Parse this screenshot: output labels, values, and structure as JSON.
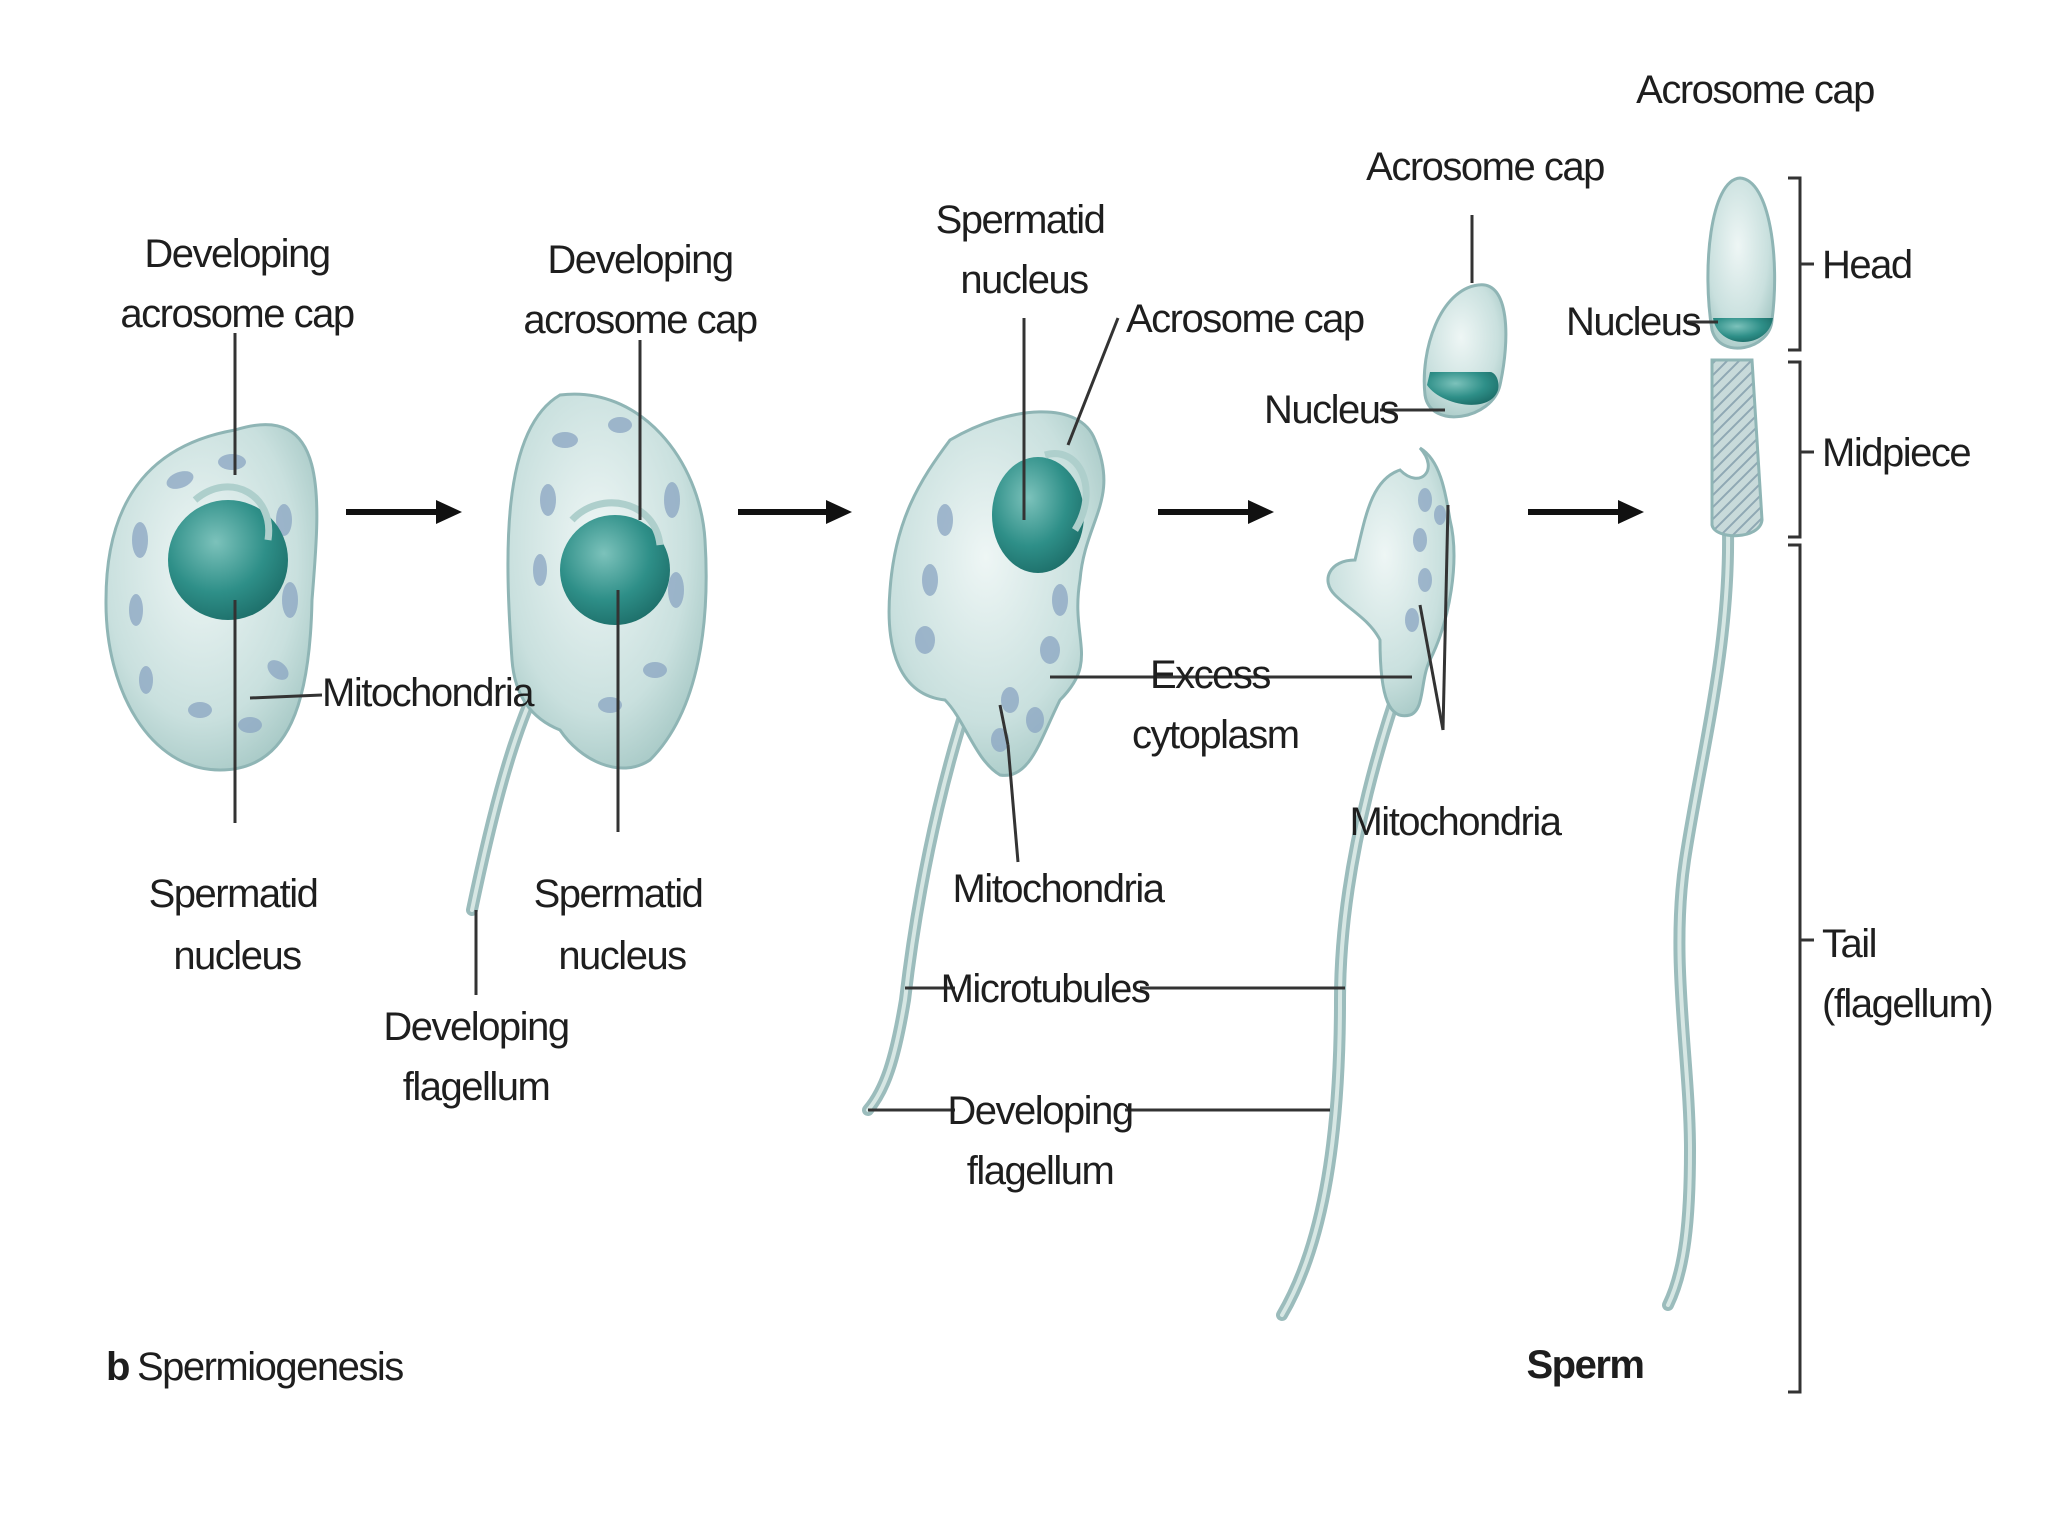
{
  "labels": {
    "s1_acrosome": [
      "Developing",
      "acrosome cap"
    ],
    "s1_mito": "Mitochondria",
    "s1_nucleus": [
      "Spermatid",
      "nucleus"
    ],
    "s2_acrosome": [
      "Developing",
      "acrosome cap"
    ],
    "s2_nucleus": [
      "Spermatid",
      "nucleus"
    ],
    "s2_flagellum": [
      "Developing",
      "flagellum"
    ],
    "s3_nucleus": [
      "Spermatid",
      "nucleus"
    ],
    "s3_acrosome": "Acrosome cap",
    "s3_excess": [
      "Excess",
      "cytoplasm"
    ],
    "s3_mito": "Mitochondria",
    "s3_microtubules": "Microtubules",
    "s3_flagellum": [
      "Developing",
      "flagellum"
    ],
    "s4_acrosome": "Acrosome cap",
    "s4_nucleus": "Nucleus",
    "s4_mito": "Mitochondria",
    "s5_acrosome": "Acrosome cap",
    "s5_nucleus": "Nucleus",
    "s5_head": "Head",
    "s5_midpiece": "Midpiece",
    "s5_tail": [
      "Tail",
      "(flagellum)"
    ],
    "sperm": "Sperm"
  },
  "caption": {
    "letter": "b",
    "title": "Spermiogenesis"
  },
  "colors": {
    "cell": "#c9e0de",
    "nucleus": "#2e8f88",
    "mitochondria": "#8aa4c2",
    "leader": "#333333"
  }
}
